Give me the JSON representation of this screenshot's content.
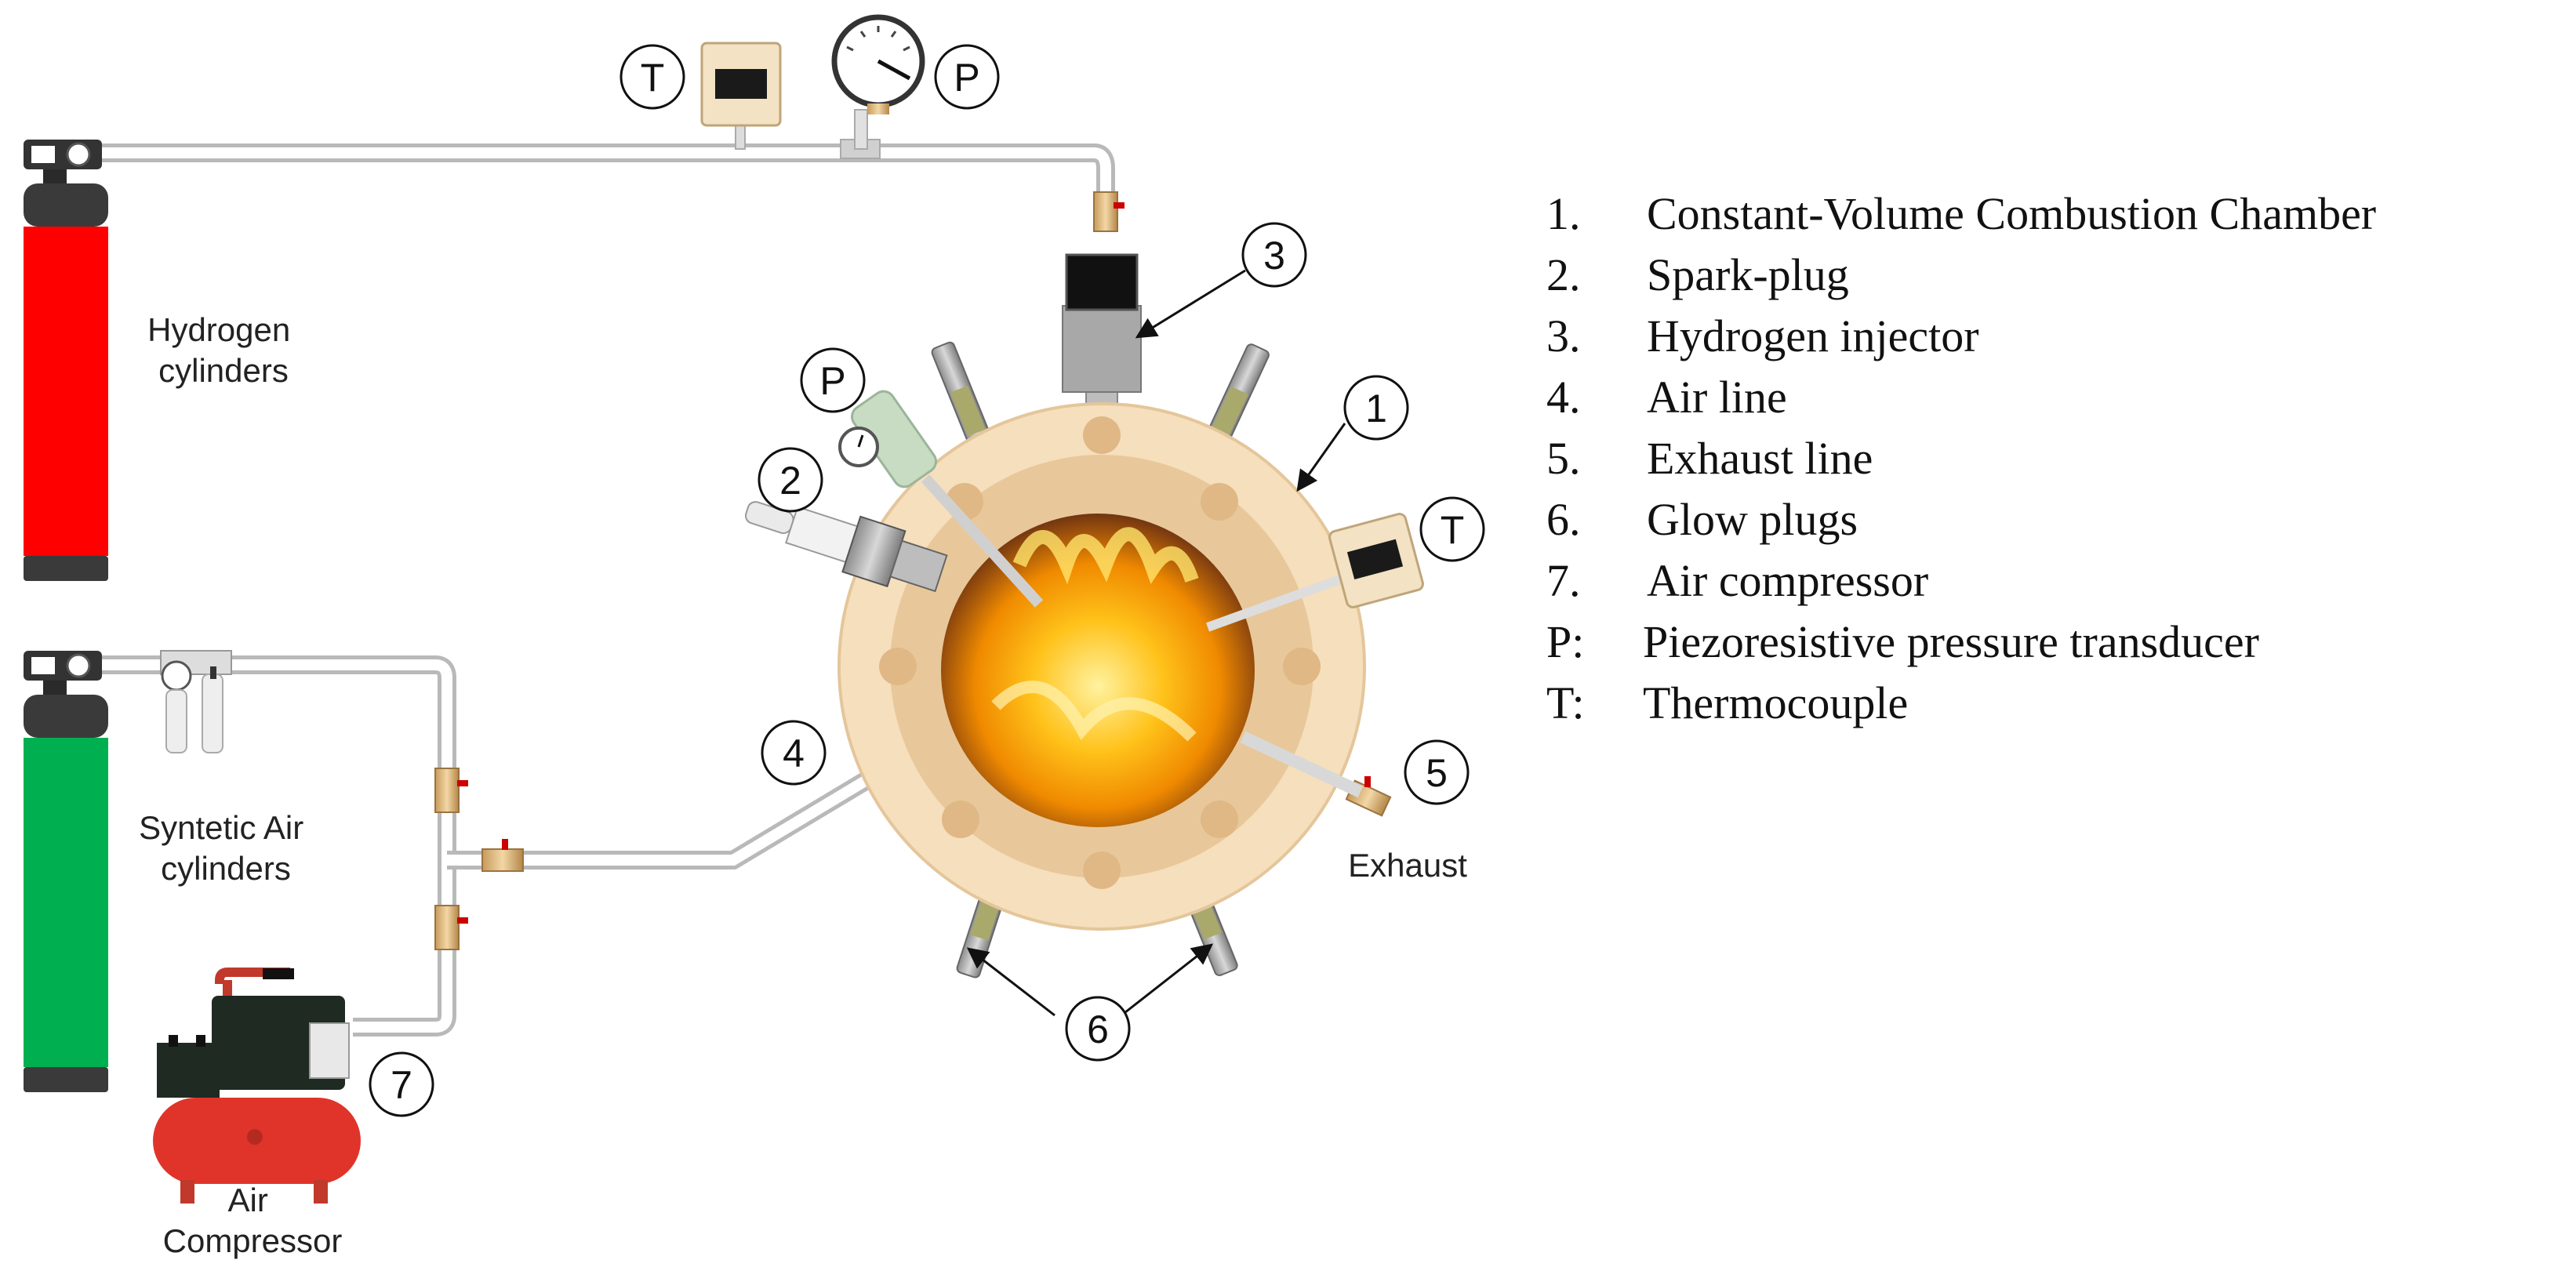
{
  "labels": {
    "hydrogen_cylinders": [
      "Hydrogen",
      "cylinders"
    ],
    "air_cylinders": [
      "Syntetic Air",
      "cylinders"
    ],
    "air_compressor": [
      "Air",
      "Compressor"
    ],
    "exhaust": "Exhaust"
  },
  "markers": {
    "m1": "1",
    "m2": "2",
    "m3": "3",
    "m4": "4",
    "m5": "5",
    "m6": "6",
    "m7": "7",
    "p_top": "P",
    "t_top": "T",
    "p_chamber": "P",
    "t_chamber": "T"
  },
  "legend": [
    {
      "key": "1.",
      "text": "Constant-Volume Combustion Chamber"
    },
    {
      "key": "2.",
      "text": "Spark-plug"
    },
    {
      "key": "3.",
      "text": "Hydrogen injector"
    },
    {
      "key": "4.",
      "text": "Air line"
    },
    {
      "key": "5.",
      "text": "Exhaust line"
    },
    {
      "key": "6.",
      "text": "Glow plugs"
    },
    {
      "key": "7.",
      "text": "Air compressor"
    },
    {
      "key": "P:",
      "text": "Piezoresistive pressure transducer"
    },
    {
      "key": "T:",
      "text": "Thermocouple"
    }
  ],
  "colors": {
    "hydrogen_cylinder": "#ff0000",
    "air_cylinder": "#00b050",
    "flange_outer": "#f6dfbd",
    "flange_inner": "#e8c89a",
    "compressor_tank": "#e0342a"
  }
}
